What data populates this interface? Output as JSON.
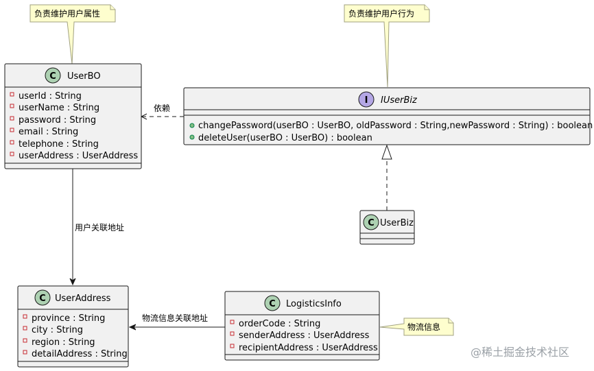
{
  "notes": {
    "userbo_note": "负责维护用户属性",
    "iuserbiz_note": "负责维护用户行为",
    "logistics_note": "物流信息"
  },
  "classes": {
    "userbo": {
      "name": "UserBO",
      "fields": [
        "userId : String",
        "userName : String",
        "password : String",
        "email : String",
        "telephone : String",
        "userAddress : UserAddress"
      ]
    },
    "iuserbiz": {
      "name": "IUserBiz",
      "methods": [
        "changePassword(userBO : UserBO, oldPassword : String,newPassword : String) : boolean",
        "deleteUser(userBO : UserBO) : boolean"
      ]
    },
    "userbiz": {
      "name": "UserBiz"
    },
    "useraddress": {
      "name": "UserAddress",
      "fields": [
        "province : String",
        "city : String",
        "region : String",
        "detailAddress : String"
      ]
    },
    "logisticsinfo": {
      "name": "LogisticsInfo",
      "fields": [
        "orderCode : String",
        "senderAddress : UserAddress",
        "recipientAddress : UserAddress"
      ]
    }
  },
  "relations": {
    "dependency_label": "依赖",
    "userbo_address_label": "用户关联地址",
    "logistics_address_label": "物流信息关联地址"
  },
  "glyphs": {
    "class": "C",
    "interface": "I"
  },
  "watermark": "@稀土掘金技术社区"
}
